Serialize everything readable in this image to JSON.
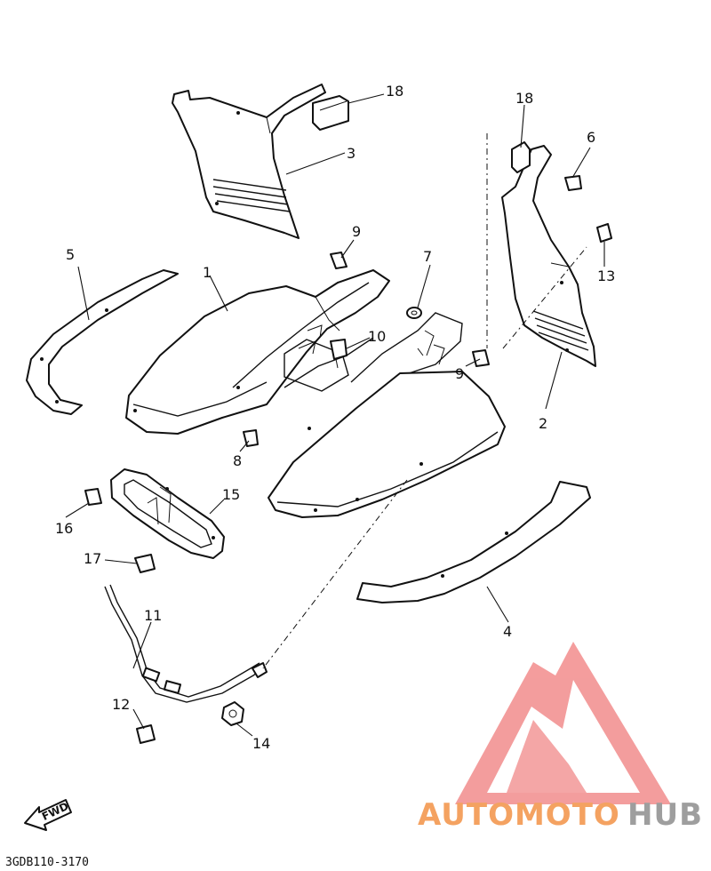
{
  "callouts": {
    "c1": "1",
    "c2": "2",
    "c3": "3",
    "c4": "4",
    "c5": "5",
    "c6": "6",
    "c7": "7",
    "c8": "8",
    "c9a": "9",
    "c9b": "9",
    "c10": "10",
    "c11": "11",
    "c12": "12",
    "c13": "13",
    "c14": "14",
    "c15": "15",
    "c16": "16",
    "c17": "17",
    "c18a": "18",
    "c18b": "18"
  },
  "fwd_label": "FWD",
  "drawing_code": "3GDB110-3170",
  "watermark": {
    "part1": "AUTOMOTO",
    "part2": "HUB",
    "color_primary": "#f4a261",
    "color_secondary": "#9e9e9e",
    "logo_color": "#f28c8c"
  }
}
